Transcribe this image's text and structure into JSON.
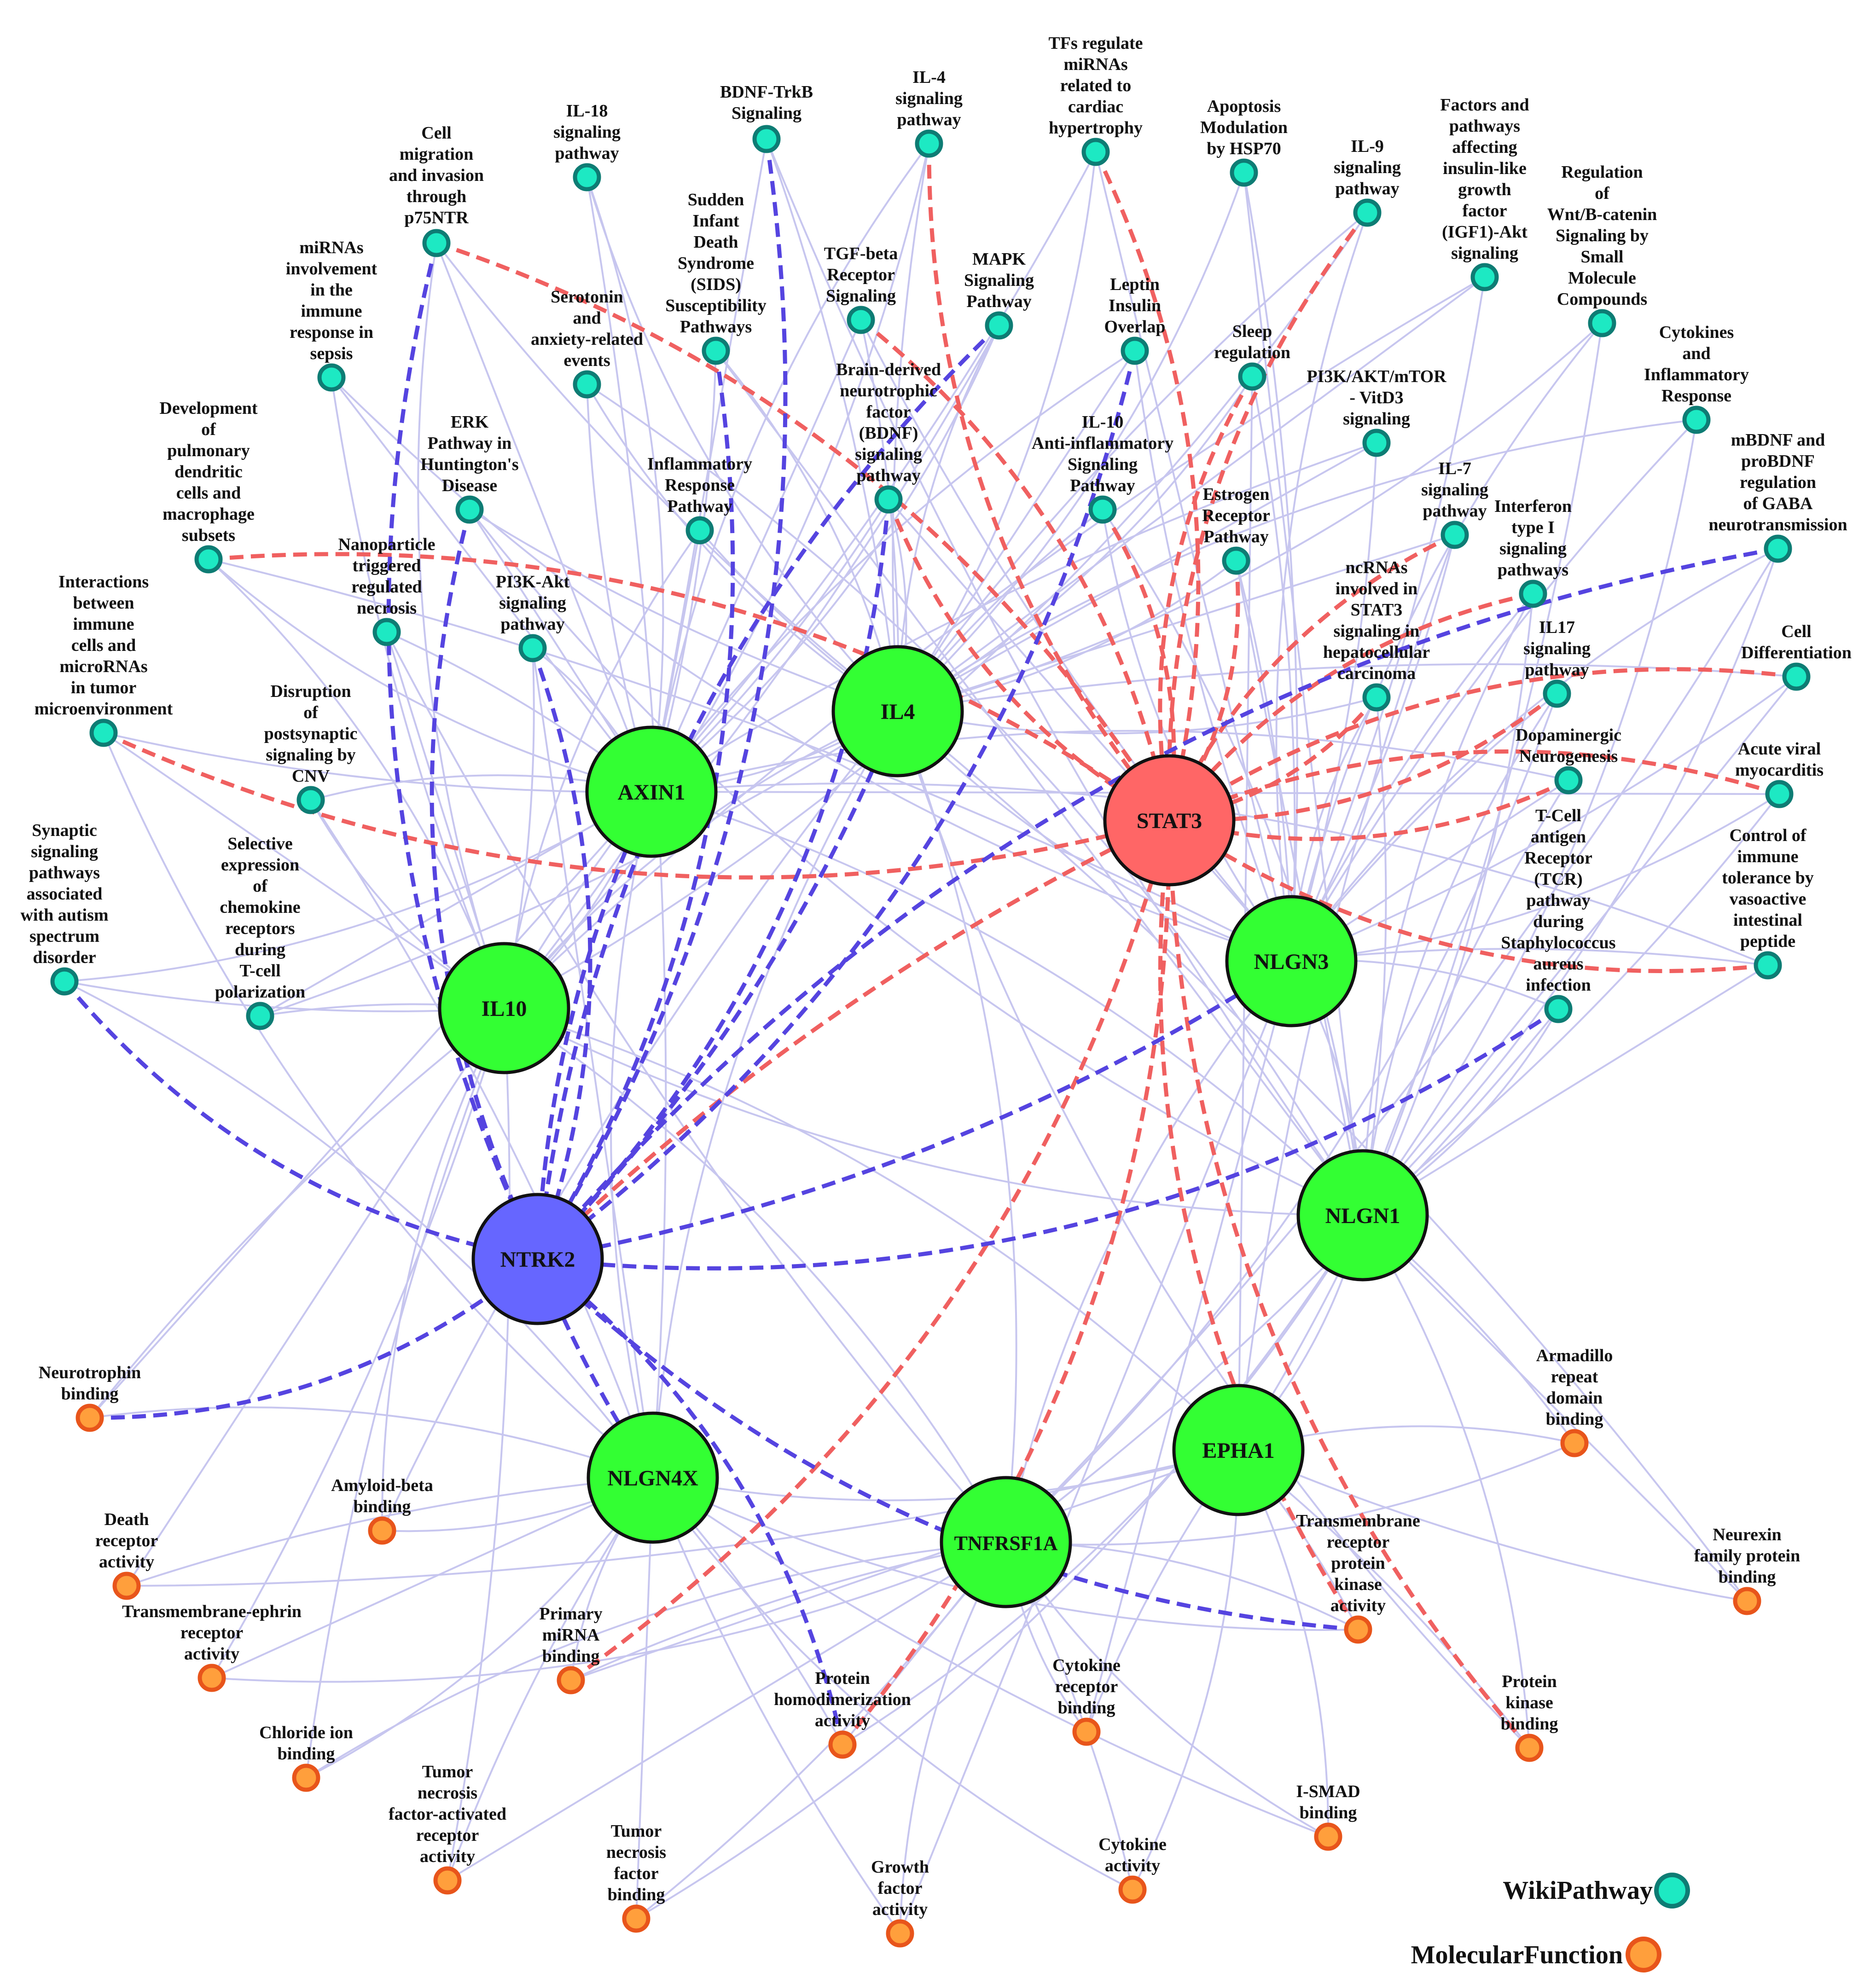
{
  "colors": {
    "background": "#ffffff",
    "hub_green": "#33ff33",
    "hub_red": "#ff6666",
    "hub_blue": "#6666ff",
    "wiki_fill": "#1de9c3",
    "wiki_stroke": "#0e7c74",
    "mf_fill": "#ff9f3c",
    "mf_stroke": "#e8551b",
    "edge_light": "#c7c6ef",
    "edge_red": "#f06060",
    "edge_blue": "#5544e0"
  },
  "hubs": [
    {
      "id": "stat3",
      "label": "STAT3",
      "color": "#ff6666"
    },
    {
      "id": "ntrk2",
      "label": "NTRK2",
      "color": "#6666ff"
    },
    {
      "id": "il4",
      "label": "IL4",
      "color": "#33ff33"
    },
    {
      "id": "axin1",
      "label": "AXIN1",
      "color": "#33ff33"
    },
    {
      "id": "il10",
      "label": "IL10",
      "color": "#33ff33"
    },
    {
      "id": "nlgn3",
      "label": "NLGN3",
      "color": "#33ff33"
    },
    {
      "id": "nlgn1",
      "label": "NLGN1",
      "color": "#33ff33"
    },
    {
      "id": "epha1",
      "label": "EPHA1",
      "color": "#33ff33"
    },
    {
      "id": "tnfrsf1a",
      "label": "TNFRSF1A",
      "color": "#33ff33"
    },
    {
      "id": "nlgn4x",
      "label": "NLGN4X",
      "color": "#33ff33"
    }
  ],
  "wikipathways": [
    {
      "id": "w_tfs",
      "label": [
        "TFs regulate",
        "miRNAs",
        "related to",
        "cardiac",
        "hypertrophy"
      ],
      "link": "stat3"
    },
    {
      "id": "w_il4",
      "label": [
        "IL-4",
        "signaling",
        "pathway"
      ],
      "link": "stat3"
    },
    {
      "id": "w_bdnftrkb",
      "label": [
        "BDNF-TrkB",
        "Signaling"
      ],
      "link": "ntrk2"
    },
    {
      "id": "w_il18",
      "label": [
        "IL-18",
        "signaling",
        "pathway"
      ],
      "link": "none"
    },
    {
      "id": "w_p75",
      "label": [
        "Cell",
        "migration",
        "and invasion",
        "through",
        "p75NTR"
      ],
      "link": "both"
    },
    {
      "id": "w_apop",
      "label": [
        "Apoptosis",
        "Modulation",
        "by HSP70"
      ],
      "link": "none"
    },
    {
      "id": "w_il9",
      "label": [
        "IL-9",
        "signaling",
        "pathway"
      ],
      "link": "stat3"
    },
    {
      "id": "w_igf1",
      "label": [
        "Factors and",
        "pathways",
        "affecting",
        "insulin-like",
        "growth",
        "factor",
        "(IGF1)-Akt",
        "signaling"
      ],
      "link": "none"
    },
    {
      "id": "w_wnt",
      "label": [
        "Regulation",
        "of",
        "Wnt/B-catenin",
        "Signaling by",
        "Small",
        "Molecule",
        "Compounds"
      ],
      "link": "none"
    },
    {
      "id": "w_mirsepsis",
      "label": [
        "miRNAs",
        "involvement",
        "in the",
        "immune",
        "response in",
        "sepsis"
      ],
      "link": "none"
    },
    {
      "id": "w_sids",
      "label": [
        "Sudden",
        "Infant",
        "Death",
        "Syndrome",
        "(SIDS)",
        "Susceptibility",
        "Pathways"
      ],
      "link": "ntrk2"
    },
    {
      "id": "w_serotonin",
      "label": [
        "Serotonin",
        "and",
        "anxiety-related",
        "events"
      ],
      "link": "none"
    },
    {
      "id": "w_tgfb",
      "label": [
        "TGF-beta",
        "Receptor",
        "Signaling"
      ],
      "link": "stat3"
    },
    {
      "id": "w_mapk",
      "label": [
        "MAPK",
        "Signaling",
        "Pathway"
      ],
      "link": "ntrk2"
    },
    {
      "id": "w_leptin",
      "label": [
        "Leptin",
        "Insulin",
        "Overlap"
      ],
      "link": "ntrk2"
    },
    {
      "id": "w_sleep",
      "label": [
        "Sleep",
        "regulation"
      ],
      "link": "stat3"
    },
    {
      "id": "w_cytokines",
      "label": [
        "Cytokines",
        "and",
        "Inflammatory",
        "Response"
      ],
      "link": "none"
    },
    {
      "id": "w_pi3kmtor",
      "label": [
        "PI3K/AKT/mTOR",
        "- VitD3",
        "signaling"
      ],
      "link": "none"
    },
    {
      "id": "w_pulmonary",
      "label": [
        "Development",
        "of",
        "pulmonary",
        "dendritic",
        "cells and",
        "macrophage",
        "subsets"
      ],
      "link": "stat3"
    },
    {
      "id": "w_erk",
      "label": [
        "ERK",
        "Pathway in",
        "Huntington's",
        "Disease"
      ],
      "link": "ntrk2"
    },
    {
      "id": "w_bdnf",
      "label": [
        "Brain-derived",
        "neurotrophic",
        "factor",
        "(BDNF)",
        "signaling",
        "pathway"
      ],
      "link": "both"
    },
    {
      "id": "w_il10anti",
      "label": [
        "IL-10",
        "Anti-inflammatory",
        "Signaling",
        "Pathway"
      ],
      "link": "stat3"
    },
    {
      "id": "w_il7",
      "label": [
        "IL-7",
        "signaling",
        "pathway"
      ],
      "link": "stat3"
    },
    {
      "id": "w_mbdnf",
      "label": [
        "mBDNF and",
        "proBDNF",
        "regulation",
        "of GABA",
        "neurotransmission"
      ],
      "link": "ntrk2"
    },
    {
      "id": "w_inflamm",
      "label": [
        "Inflammatory",
        "Response",
        "Pathway"
      ],
      "link": "none"
    },
    {
      "id": "w_estrogen",
      "label": [
        "Estrogen",
        "Receptor",
        "Pathway"
      ],
      "link": "stat3"
    },
    {
      "id": "w_ifn",
      "label": [
        "Interferon",
        "type I",
        "signaling",
        "pathways"
      ],
      "link": "stat3"
    },
    {
      "id": "w_nano",
      "label": [
        "Nanoparticle",
        "triggered",
        "regulated",
        "necrosis"
      ],
      "link": "none"
    },
    {
      "id": "w_ncrna",
      "label": [
        "ncRNAs",
        "involved in",
        "STAT3",
        "signaling in",
        "hepatocellular",
        "carcinoma"
      ],
      "link": "stat3"
    },
    {
      "id": "w_immune_mirna",
      "label": [
        "Interactions",
        "between",
        "immune",
        "cells and",
        "microRNAs",
        "in tumor",
        "microenvironment"
      ],
      "link": "stat3"
    },
    {
      "id": "w_pi3kakt",
      "label": [
        "PI3K-Akt",
        "signaling",
        "pathway"
      ],
      "link": "ntrk2"
    },
    {
      "id": "w_il17",
      "label": [
        "IL17",
        "signaling",
        "pathway"
      ],
      "link": "stat3"
    },
    {
      "id": "w_celldiff",
      "label": [
        "Cell",
        "Differentiation"
      ],
      "link": "stat3"
    },
    {
      "id": "w_disrupt",
      "label": [
        "Disruption",
        "of",
        "postsynaptic",
        "signaling by",
        "CNV"
      ],
      "link": "none"
    },
    {
      "id": "w_dopa",
      "label": [
        "Dopaminergic",
        "Neurogenesis"
      ],
      "link": "stat3"
    },
    {
      "id": "w_acuteviral",
      "label": [
        "Acute viral",
        "myocarditis"
      ],
      "link": "stat3"
    },
    {
      "id": "w_synaptic",
      "label": [
        "Synaptic",
        "signaling",
        "pathways",
        "associated",
        "with autism",
        "spectrum",
        "disorder"
      ],
      "link": "ntrk2"
    },
    {
      "id": "w_chemokine",
      "label": [
        "Selective",
        "expression",
        "of",
        "chemokine",
        "receptors",
        "during",
        "T-cell",
        "polarization"
      ],
      "link": "none"
    },
    {
      "id": "w_tcr",
      "label": [
        "T-Cell",
        "antigen",
        "Receptor",
        "(TCR)",
        "pathway",
        "during",
        "Staphylococcus",
        "aureus",
        "infection"
      ],
      "link": "ntrk2"
    },
    {
      "id": "w_vip",
      "label": [
        "Control of",
        "immune",
        "tolerance by",
        "vasoactive",
        "intestinal",
        "peptide"
      ],
      "link": "stat3"
    }
  ],
  "molecular_functions": [
    {
      "id": "m_neurotrophin",
      "label": [
        "Neurotrophin",
        "binding"
      ],
      "link": "ntrk2"
    },
    {
      "id": "m_armadillo",
      "label": [
        "Armadillo",
        "repeat",
        "domain",
        "binding"
      ],
      "link": "none"
    },
    {
      "id": "m_death",
      "label": [
        "Death",
        "receptor",
        "activity"
      ],
      "link": "none"
    },
    {
      "id": "m_amyloid",
      "label": [
        "Amyloid-beta",
        "binding"
      ],
      "link": "none"
    },
    {
      "id": "m_tmephrin",
      "label": [
        "Transmembrane-ephrin",
        "receptor",
        "activity"
      ],
      "link": "none"
    },
    {
      "id": "m_primarymirna",
      "label": [
        "Primary",
        "miRNA",
        "binding"
      ],
      "link": "stat3"
    },
    {
      "id": "m_tmrpk",
      "label": [
        "Transmembrane",
        "receptor",
        "protein",
        "kinase",
        "activity"
      ],
      "link": "both"
    },
    {
      "id": "m_neurexin",
      "label": [
        "Neurexin",
        "family protein",
        "binding"
      ],
      "link": "none"
    },
    {
      "id": "m_chloride",
      "label": [
        "Chloride ion",
        "binding"
      ],
      "link": "none"
    },
    {
      "id": "m_homodimer",
      "label": [
        "Protein",
        "homodimerization",
        "activity"
      ],
      "link": "both"
    },
    {
      "id": "m_cytokinereceptor",
      "label": [
        "Cytokine",
        "receptor",
        "binding"
      ],
      "link": "none"
    },
    {
      "id": "m_proteinkinase",
      "label": [
        "Protein",
        "kinase",
        "binding"
      ],
      "link": "stat3"
    },
    {
      "id": "m_tnfactivated",
      "label": [
        "Tumor",
        "necrosis",
        "factor-activated",
        "receptor",
        "activity"
      ],
      "link": "none"
    },
    {
      "id": "m_ismad",
      "label": [
        "I-SMAD",
        "binding"
      ],
      "link": "none"
    },
    {
      "id": "m_tnfbinding",
      "label": [
        "Tumor",
        "necrosis",
        "factor",
        "binding"
      ],
      "link": "none"
    },
    {
      "id": "m_growth",
      "label": [
        "Growth",
        "factor",
        "activity"
      ],
      "link": "none"
    },
    {
      "id": "m_cytokineactivity",
      "label": [
        "Cytokine",
        "activity"
      ],
      "link": "none"
    }
  ],
  "legend": [
    {
      "label": "WikiPathway",
      "fill": "#1de9c3",
      "stroke": "#0e7c74"
    },
    {
      "label": "MolecularFunction",
      "fill": "#ff9f3c",
      "stroke": "#e8551b"
    }
  ]
}
